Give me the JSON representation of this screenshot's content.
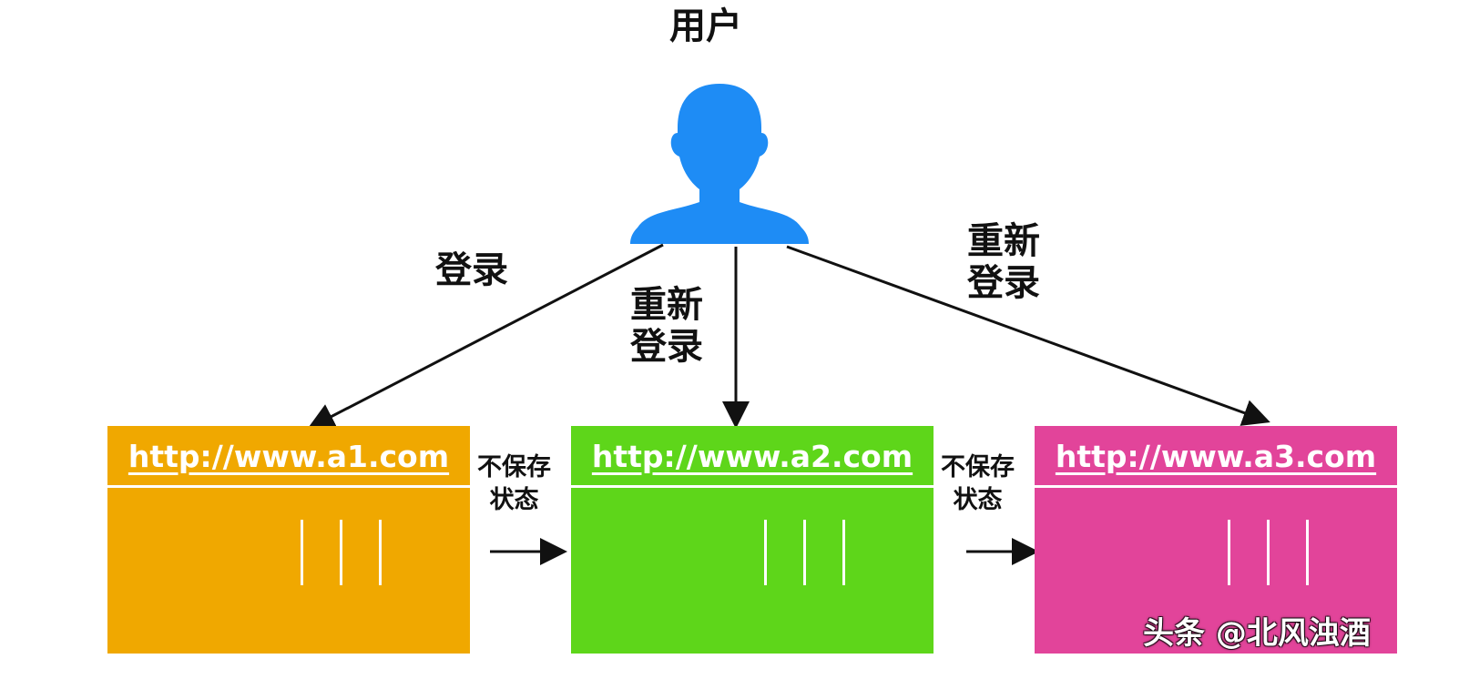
{
  "user": {
    "label": "用户",
    "icon": "user-silhouette-icon",
    "color": "#1e8cf5"
  },
  "edges": [
    {
      "label_lines": [
        "登录"
      ]
    },
    {
      "label_lines": [
        "重新",
        "登录"
      ]
    },
    {
      "label_lines": [
        "重新",
        "登录"
      ]
    }
  ],
  "sites": [
    {
      "url": "http://www.a1.com",
      "color": "#f0a800"
    },
    {
      "url": "http://www.a2.com",
      "color": "#5ed61a"
    },
    {
      "url": "http://www.a3.com",
      "color": "#e2449a"
    }
  ],
  "transitions": [
    {
      "label_lines": [
        "不保存",
        "状态"
      ]
    },
    {
      "label_lines": [
        "不保存",
        "状态"
      ]
    }
  ],
  "watermark": "头条 @北风浊酒"
}
